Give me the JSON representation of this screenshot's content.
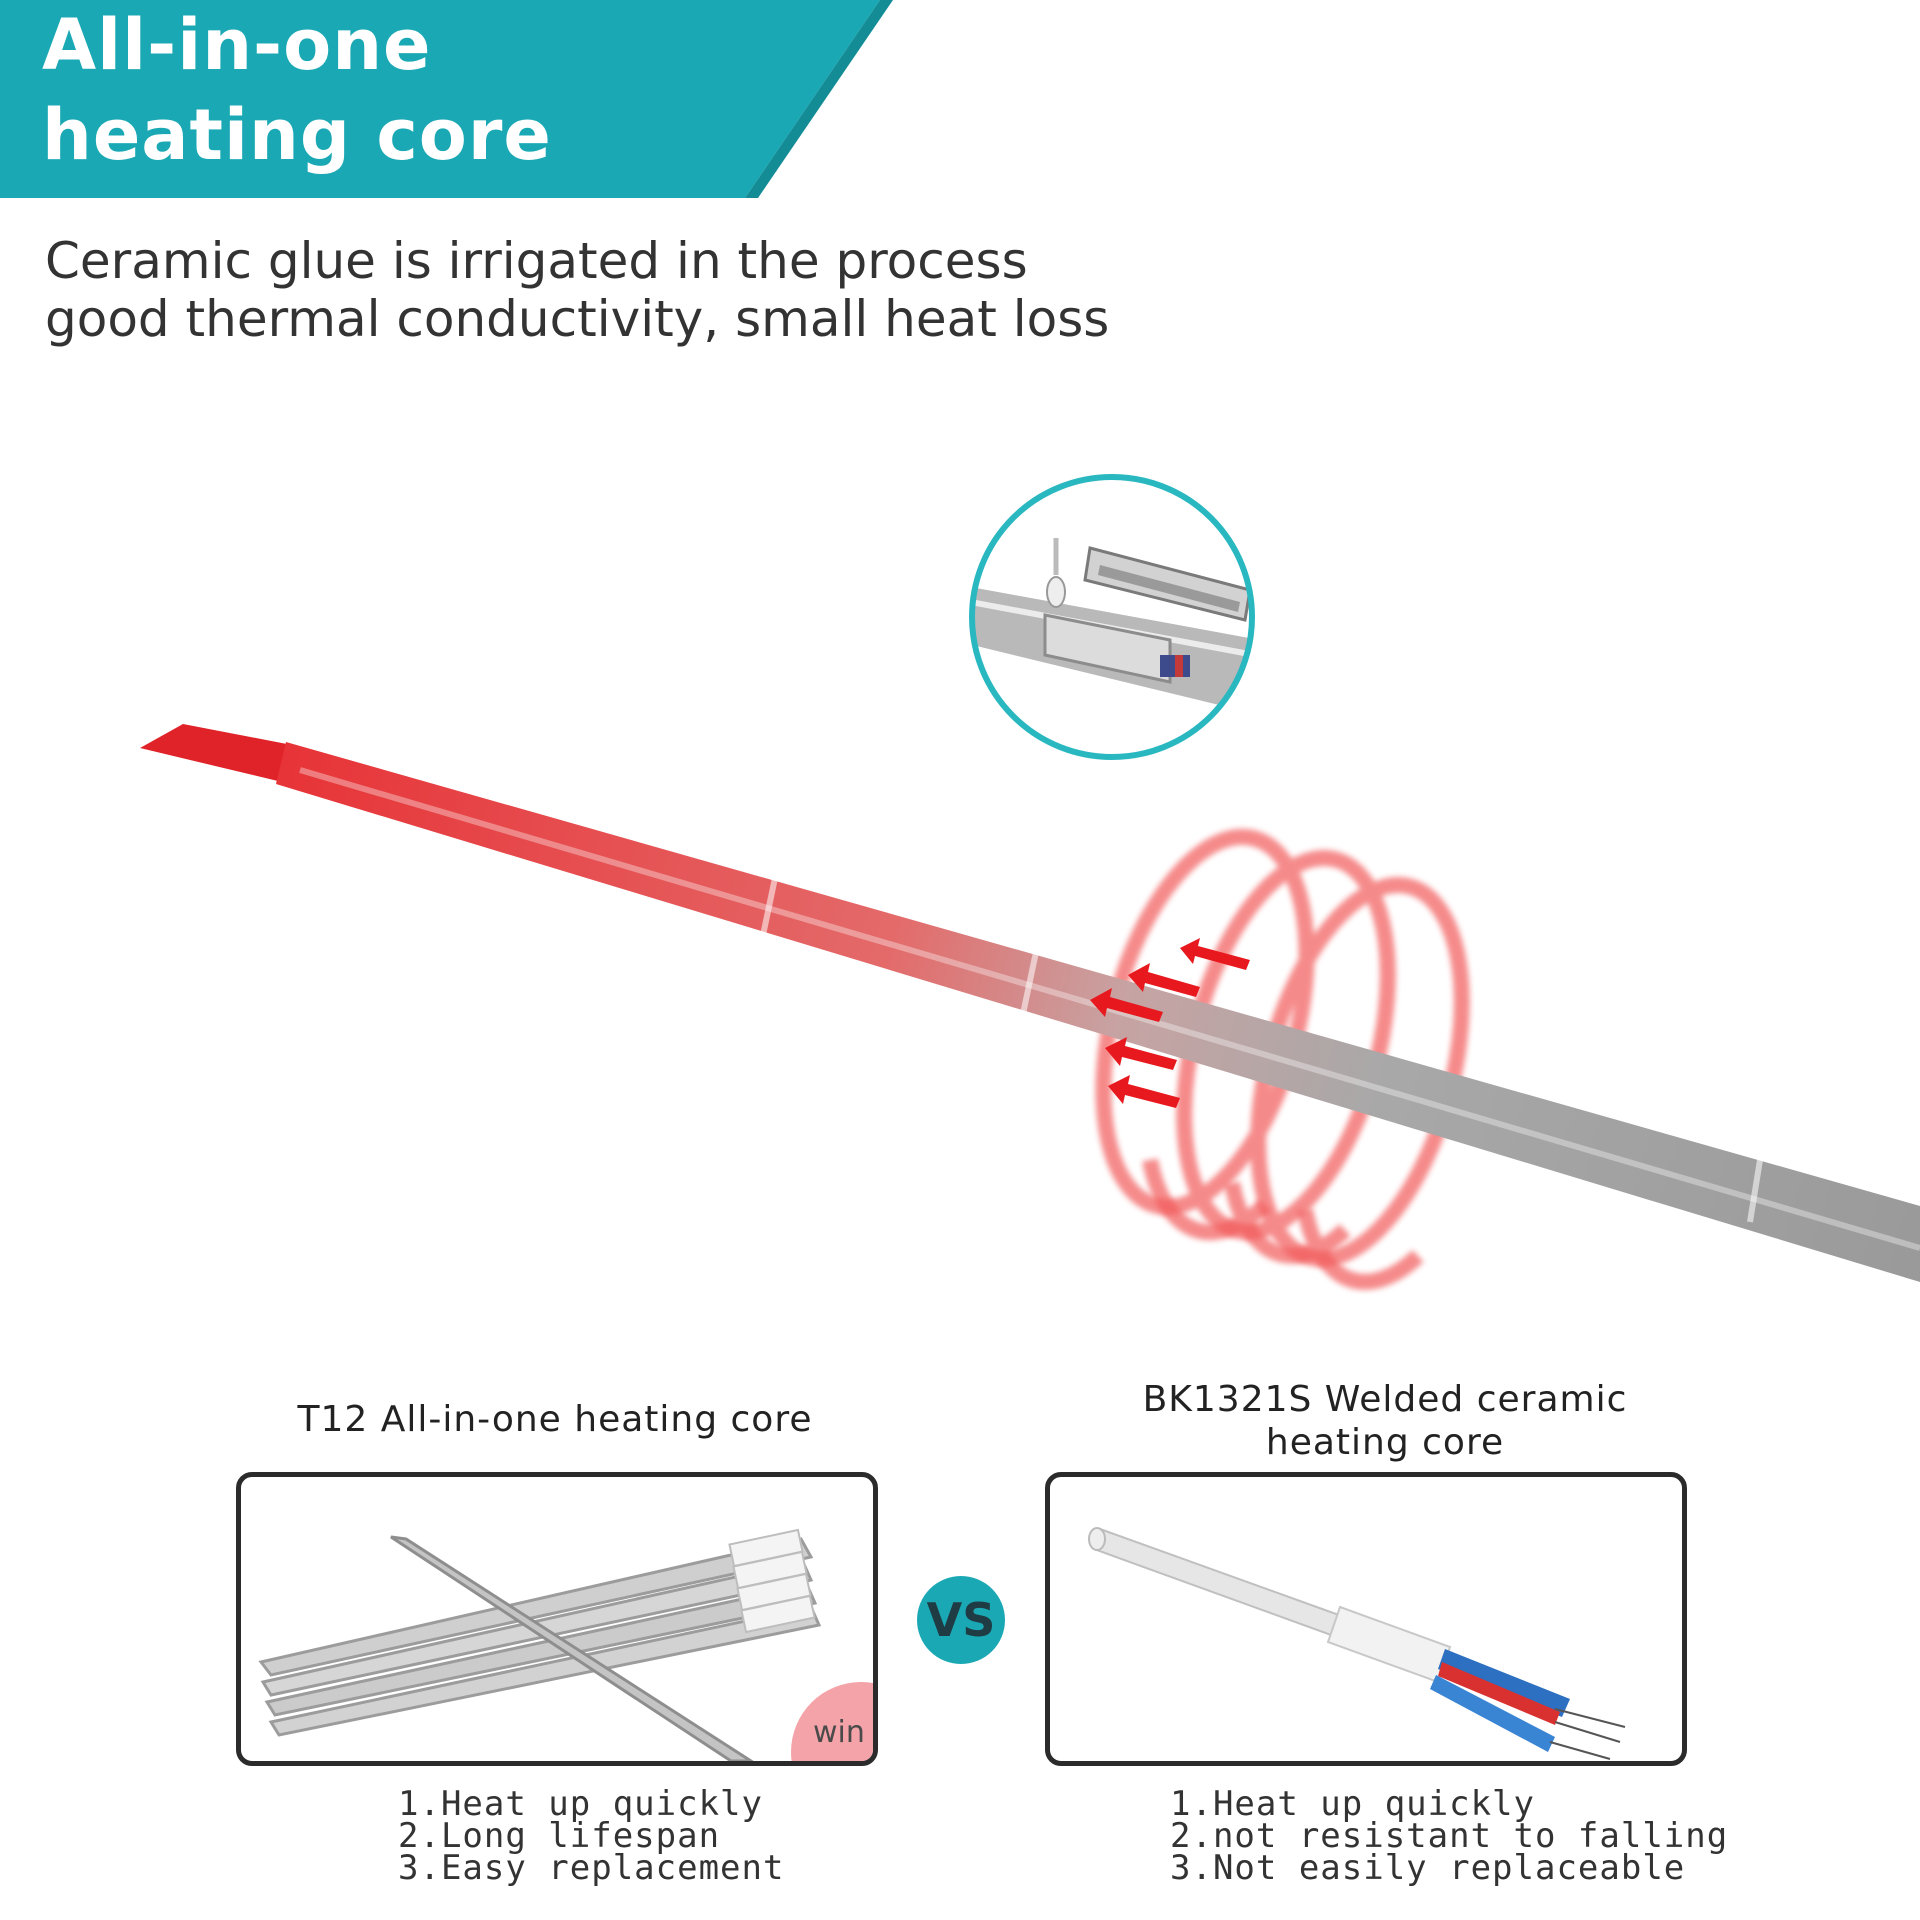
{
  "banner": {
    "title_line1": "All-in-one",
    "title_line2": "heating core",
    "color": "#1aa9b4"
  },
  "subtitle": {
    "line1": "Ceramic glue is irrigated in the process",
    "line2": "good thermal conductivity, small heat loss"
  },
  "hero": {
    "tip_color": "#e8272c",
    "shaft_color": "#a6a6a6",
    "heat_ring_color": "#f25a5a",
    "arrow_color": "#e8191e",
    "inset_ring_color": "#2ab8c0"
  },
  "comparison": {
    "left": {
      "title": "T12 All-in-one heating core",
      "badge": "win",
      "features": [
        "1.Heat up quickly",
        "2.Long lifespan",
        "3.Easy replacement"
      ]
    },
    "vs_label": "VS",
    "right": {
      "title_line1": "BK1321S Welded ceramic",
      "title_line2": "heating core",
      "features": [
        "1.Heat up quickly",
        "2.not resistant to falling",
        "3.Not easily replaceable"
      ]
    }
  }
}
